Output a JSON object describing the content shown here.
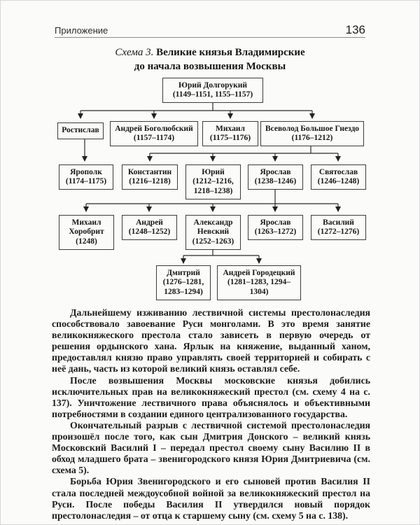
{
  "header": {
    "running_title": "Приложение",
    "page_number": "136"
  },
  "title": {
    "label": "Схема 3.",
    "line1": "Великие князья Владимирские",
    "line2": "до начала возвышения Москвы"
  },
  "tree": {
    "nodes": [
      {
        "name": "Юрий Долгорукий",
        "dates": "(1149–1151, 1155–1157)"
      },
      {
        "name": "Ростислав",
        "dates": ""
      },
      {
        "name": "Андрей Боголюбский",
        "dates": "(1157–1174)"
      },
      {
        "name": "Михаил",
        "dates": "(1175–1176)"
      },
      {
        "name": "Всеволод Большое Гнездо",
        "dates": "(1176–1212)"
      },
      {
        "name": "Ярополк",
        "dates": "(1174–1175)"
      },
      {
        "name": "Константин",
        "dates": "(1216–1218)"
      },
      {
        "name": "Юрий",
        "dates": "(1212–1216, 1218–1238)"
      },
      {
        "name": "Ярослав",
        "dates": "(1238–1246)"
      },
      {
        "name": "Святослав",
        "dates": "(1246–1248)"
      },
      {
        "name": "Михаил Хоробрит",
        "dates": "(1248)"
      },
      {
        "name": "Андрей",
        "dates": "(1248–1252)"
      },
      {
        "name": "Александр Невский",
        "dates": "(1252–1263)"
      },
      {
        "name": "Ярослав",
        "dates": "(1263–1272)"
      },
      {
        "name": "Василий",
        "dates": "(1272–1276)"
      },
      {
        "name": "Дмитрий",
        "dates": "(1276–1281, 1283–1294)"
      },
      {
        "name": "Андрей Городецкий",
        "dates": "(1281–1283, 1294–1304)"
      }
    ]
  },
  "paragraphs": [
    "Дальнейшему изживанию лествичной системы престолонаследия способствовало завоевание Руси монголами. В это время занятие великокняжеского престола стало зависеть в первую очередь от решения ордынского хана. Ярлык на княжение, выданный ханом, предоставлял князю право управлять своей территорией и собирать с неё дань, часть из которой великий князь оставлял себе.",
    "После возвышения Москвы московские князья добились исключительных прав на великокняжеский престол (см. схему 4 на с. 137). Уничтожение лествичного права объяснялось и объективными потребностями в создании единого централизованного государства.",
    "Окончательный разрыв с лествичной системой престолонаследия произошёл после того, как сын Дмитрия Донского – великий князь Московский Василий I – передал престол своему сыну Василию II в обход младшего брата – звенигородского князя Юрия Дмитриевича (см. схема 5).",
    "Борьба Юрия Звенигородского и его сыновей против Василия II стала последней междоусобной войной за великокняжеский престол на Руси. После победы Василия II утвердился новый порядок престолонаследия – от отца к старшему сыну (см. схему 5 на с. 138)."
  ]
}
